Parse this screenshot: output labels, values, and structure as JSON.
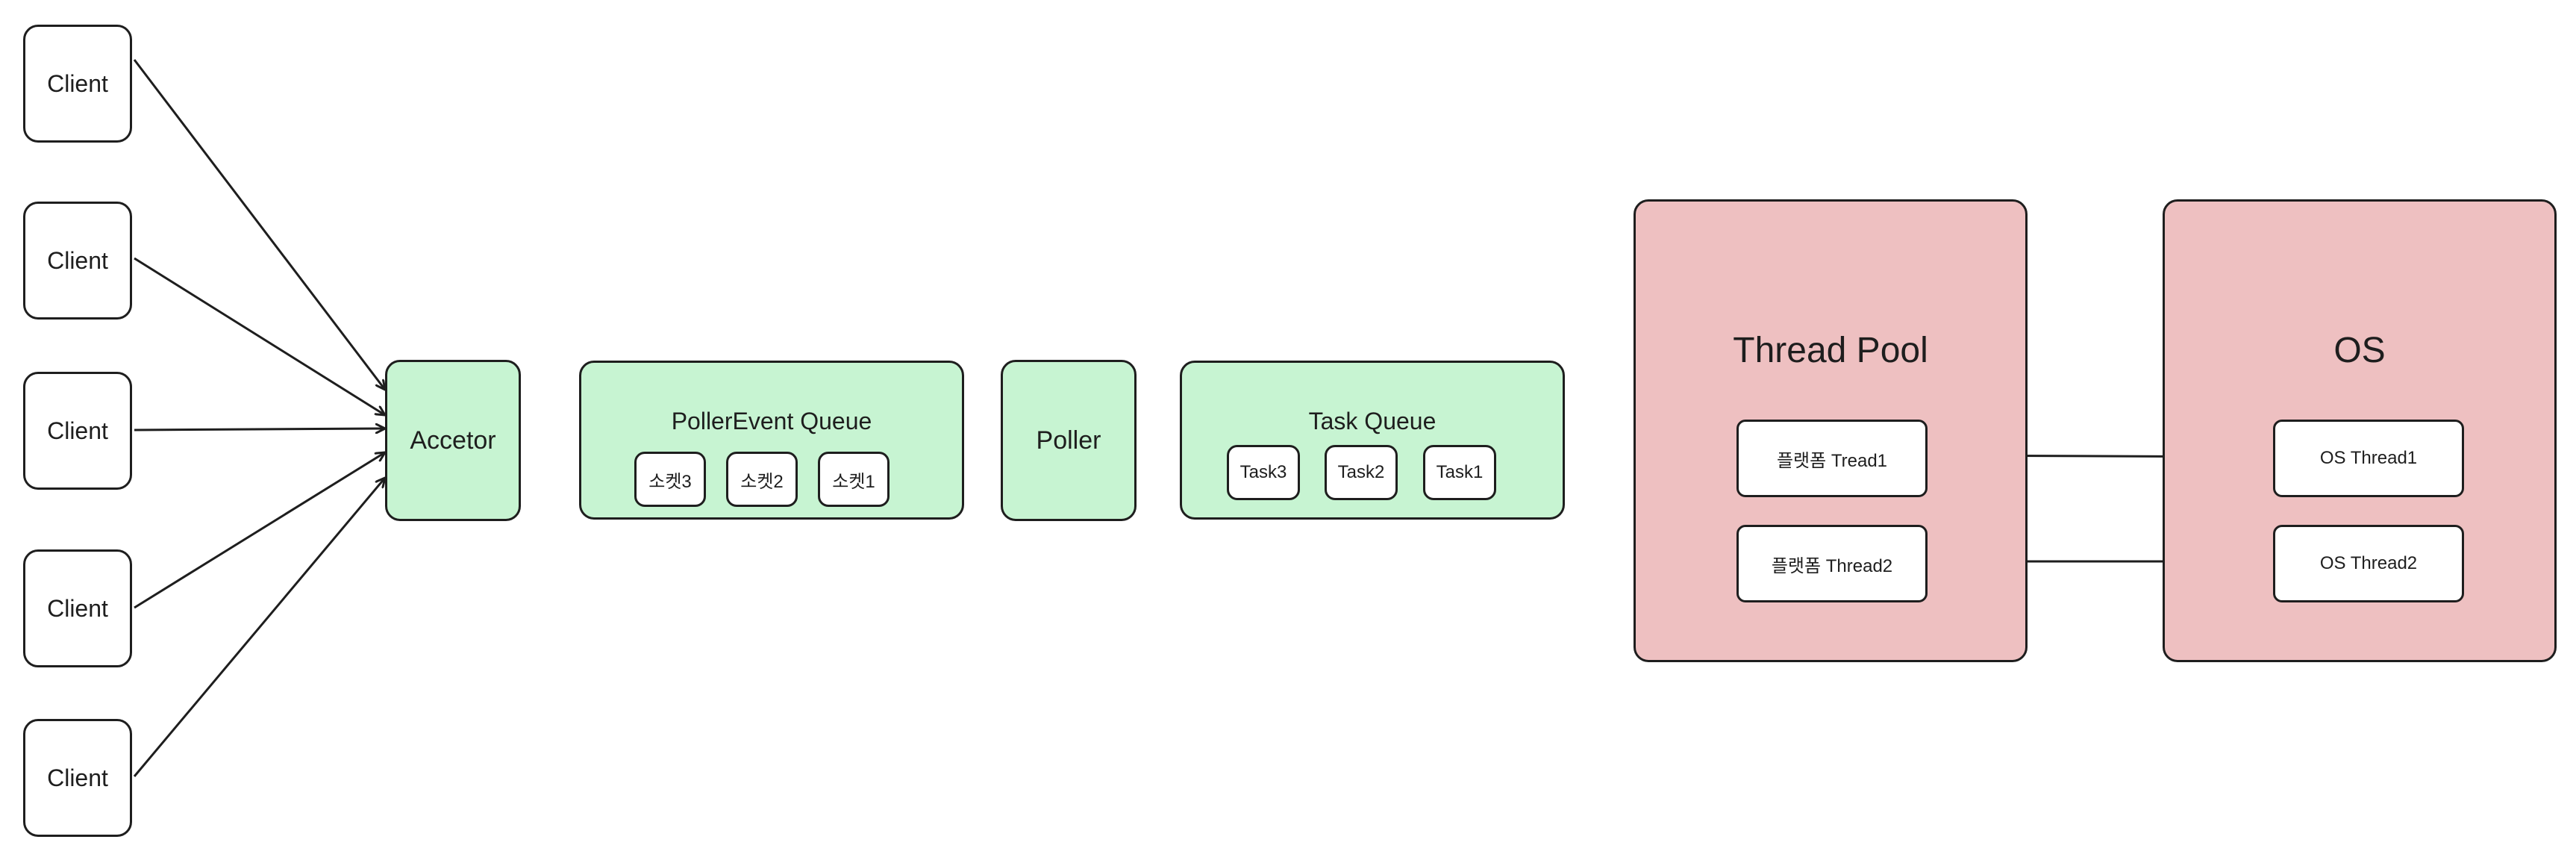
{
  "clients": [
    {
      "label": "Client"
    },
    {
      "label": "Client"
    },
    {
      "label": "Client"
    },
    {
      "label": "Client"
    },
    {
      "label": "Client"
    }
  ],
  "acceptor": {
    "label": "Accetor"
  },
  "poller_event_queue": {
    "title": "PollerEvent Queue",
    "items": [
      "소켓3",
      "소켓2",
      "소켓1"
    ]
  },
  "poller": {
    "label": "Poller"
  },
  "task_queue": {
    "title": "Task Queue",
    "items": [
      "Task3",
      "Task2",
      "Task1"
    ]
  },
  "thread_pool": {
    "title": "Thread Pool",
    "threads": [
      "플랫폼 Tread1",
      "플랫폼 Thread2"
    ]
  },
  "os": {
    "title": "OS",
    "threads": [
      "OS Thread1",
      "OS Thread2"
    ]
  },
  "colors": {
    "green_fill": "#c7f4d2",
    "pink_fill": "#eec0c1",
    "stroke": "#1e1e1e"
  }
}
